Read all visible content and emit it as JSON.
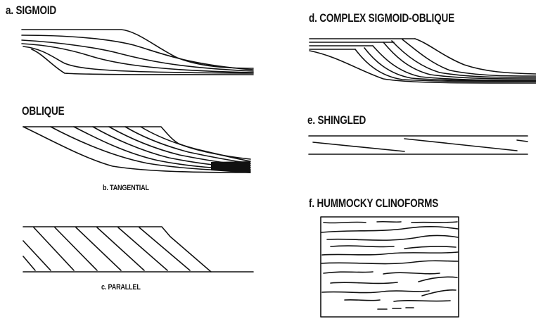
{
  "labels": {
    "a": "a. SIGMOID",
    "oblique": "OBLIQUE",
    "b": "b. TANGENTIAL",
    "c": "c. PARALLEL",
    "d": "d. COMPLEX SIGMOID-OBLIQUE",
    "e": "e. SHINGLED",
    "f": "f. HUMMOCKY CLINOFORMS"
  },
  "colors": {
    "ink": "#111111",
    "background": "#ffffff"
  }
}
